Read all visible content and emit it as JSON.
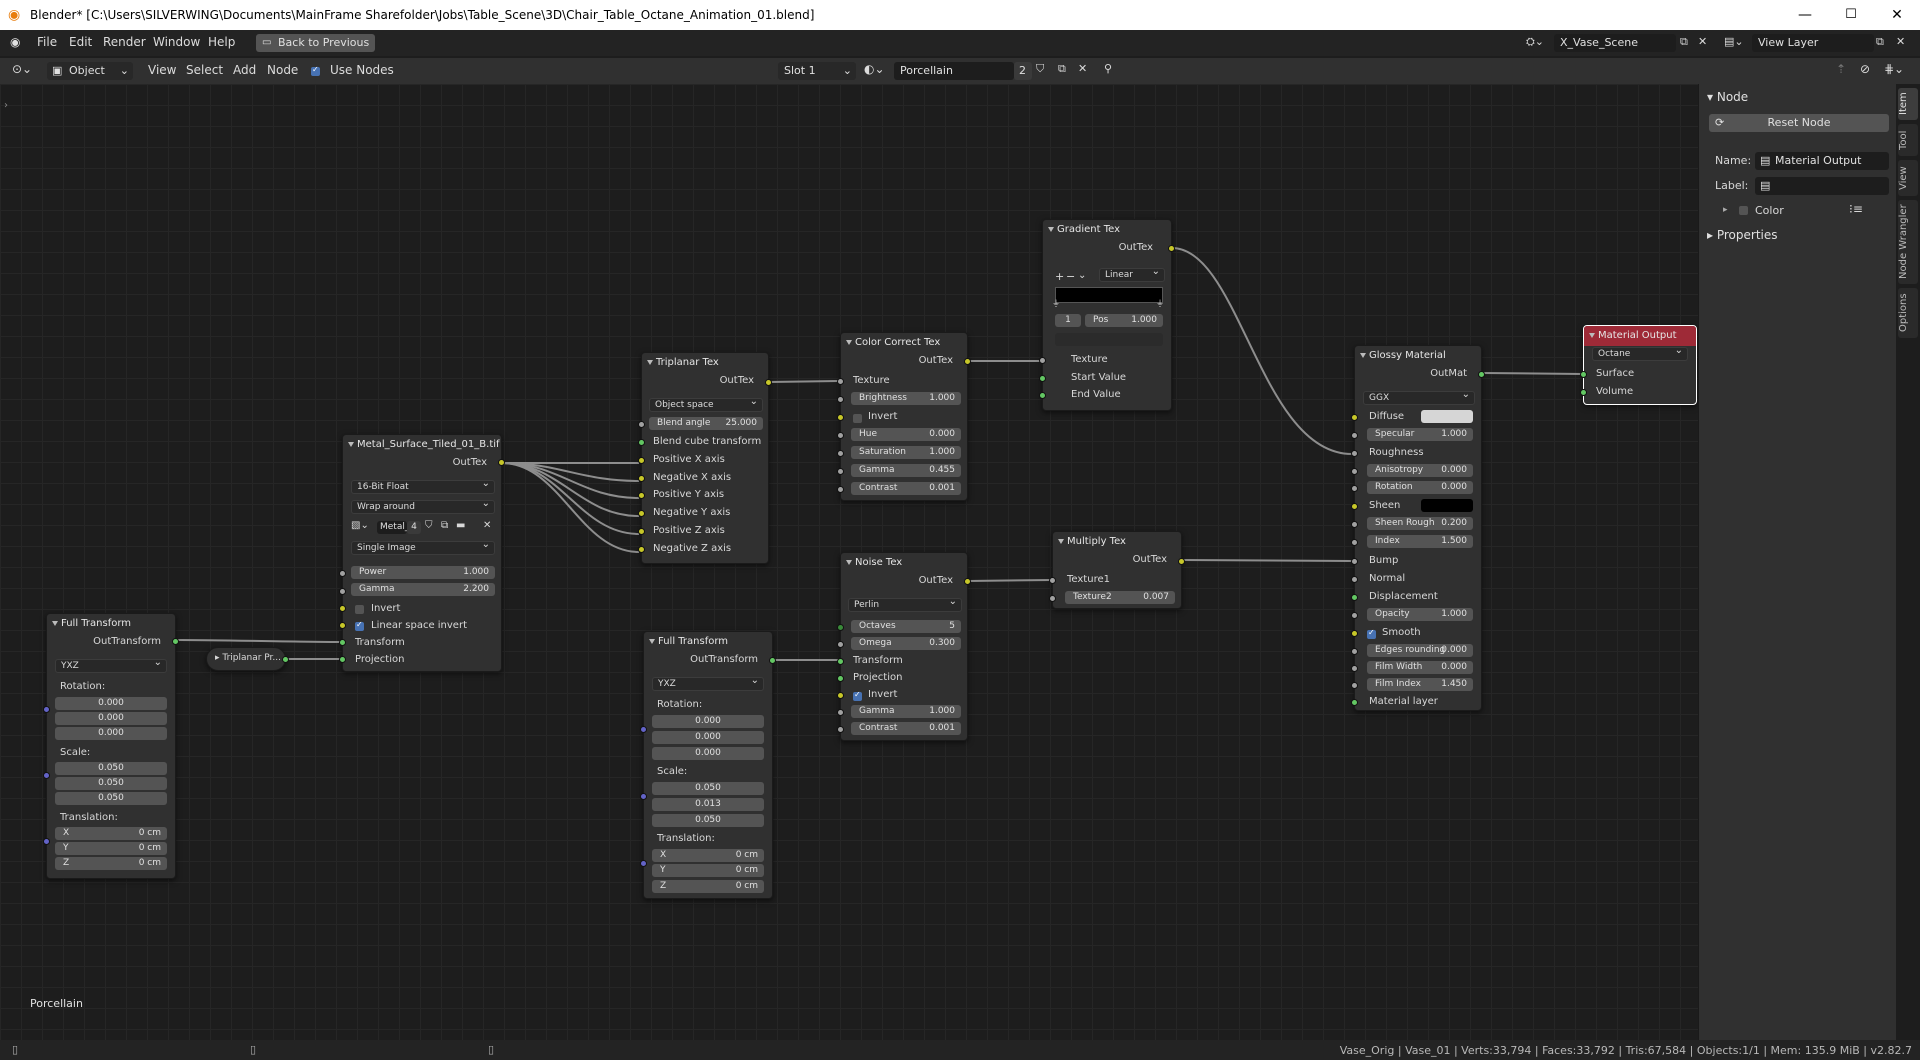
{
  "window": {
    "title": "Blender* [C:\\Users\\SILVERWING\\Documents\\MainFrame Sharefolder\\Jobs\\Table_Scene\\3D\\Chair_Table_Octane_Animation_01.blend]",
    "min": "—",
    "max": "☐",
    "close": "✕"
  },
  "menu": {
    "items": [
      "File",
      "Edit",
      "Render",
      "Window",
      "Help"
    ],
    "back": "Back to Previous",
    "scene": "X_Vase_Scene",
    "view_layer": "View Layer"
  },
  "header": {
    "mode": "Object",
    "view": "View",
    "select": "Select",
    "add": "Add",
    "node": "Node",
    "use_nodes": "Use Nodes",
    "slot": "Slot 1",
    "material": "Porcellain",
    "users": "2"
  },
  "canvas": {
    "material_label": "Porcellain"
  },
  "nodes": {
    "full1": {
      "title": "Full Transform",
      "out": "OutTransform",
      "order": "YXZ",
      "rotation": "Rotation:",
      "rot": [
        "0.000",
        "0.000",
        "0.000"
      ],
      "scale": "Scale:",
      "scl": [
        "0.050",
        "0.050",
        "0.050"
      ],
      "translation": "Translation:",
      "tx": [
        "X",
        "Y",
        "Z"
      ],
      "tv": [
        "0 cm",
        "0 cm",
        "0 cm"
      ]
    },
    "triplanar_proj": {
      "title": "Triplanar Pr..."
    },
    "metal": {
      "title": "Metal_Surface_Tiled_01_B.tif",
      "out": "OutTex",
      "depth": "16-Bit Float",
      "wrap": "Wrap around",
      "img": "Metal_",
      "img_users": "4",
      "src": "Single Image",
      "power_l": "Power",
      "power_v": "1.000",
      "gamma_l": "Gamma",
      "gamma_v": "2.200",
      "invert": "Invert",
      "linv": "Linear space invert",
      "transform": "Transform",
      "projection": "Projection"
    },
    "triplanar": {
      "title": "Triplanar Tex",
      "out": "OutTex",
      "space": "Object space",
      "blend_l": "Blend angle",
      "blend_v": "25.000",
      "cube": "Blend cube transform",
      "axes": [
        "Positive X axis",
        "Negative X axis",
        "Positive Y axis",
        "Negative Y axis",
        "Positive Z axis",
        "Negative Z axis"
      ]
    },
    "full2": {
      "title": "Full Transform",
      "out": "OutTransform",
      "order": "YXZ",
      "rotation": "Rotation:",
      "rot": [
        "0.000",
        "0.000",
        "0.000"
      ],
      "scale": "Scale:",
      "scl": [
        "0.050",
        "0.013",
        "0.050"
      ],
      "translation": "Translation:",
      "tx": [
        "X",
        "Y",
        "Z"
      ],
      "tv": [
        "0 cm",
        "0 cm",
        "0 cm"
      ]
    },
    "cc": {
      "title": "Color Correct Tex",
      "out": "OutTex",
      "texture": "Texture",
      "rows": [
        [
          "Brightness",
          "1.000"
        ],
        [
          "Invert",
          ""
        ],
        [
          "Hue",
          "0.000"
        ],
        [
          "Saturation",
          "1.000"
        ],
        [
          "Gamma",
          "0.455"
        ],
        [
          "Contrast",
          "0.001"
        ]
      ]
    },
    "noise": {
      "title": "Noise Tex",
      "out": "OutTex",
      "type": "Perlin",
      "oct_l": "Octaves",
      "oct_v": "5",
      "omega_l": "Omega",
      "omega_v": "0.300",
      "transform": "Transform",
      "projection": "Projection",
      "invert": "Invert",
      "gamma_l": "Gamma",
      "gamma_v": "1.000",
      "contrast_l": "Contrast",
      "contrast_v": "0.001"
    },
    "gradient": {
      "title": "Gradient Tex",
      "out": "OutTex",
      "interp": "Linear",
      "idx": "1",
      "pos_l": "Pos",
      "pos_v": "1.000",
      "texture": "Texture",
      "start": "Start Value",
      "end": "End Value"
    },
    "multiply": {
      "title": "Multiply Tex",
      "out": "OutTex",
      "t1": "Texture1",
      "t2": "Texture2",
      "t2v": "0.007"
    },
    "glossy": {
      "title": "Glossy Material",
      "out": "OutMat",
      "brdf": "GGX",
      "diffuse": "Diffuse",
      "specular_l": "Specular",
      "specular_v": "1.000",
      "roughness": "Roughness",
      "aniso_l": "Anisotropy",
      "aniso_v": "0.000",
      "rot_l": "Rotation",
      "rot_v": "0.000",
      "sheen": "Sheen",
      "sr_l": "Sheen Rough",
      "sr_v": "0.200",
      "index_l": "Index",
      "index_v": "1.500",
      "bump": "Bump",
      "normal": "Normal",
      "disp": "Displacement",
      "opacity_l": "Opacity",
      "opacity_v": "1.000",
      "smooth": "Smooth",
      "edges_l": "Edges rounding",
      "edges_v": "0.000",
      "fw_l": "Film Width",
      "fw_v": "0.000",
      "fi_l": "Film Index",
      "fi_v": "1.450",
      "layer": "Material layer"
    },
    "output": {
      "title": "Material Output",
      "engine": "Octane",
      "surface": "Surface",
      "volume": "Volume"
    }
  },
  "sidebar": {
    "node": "Node",
    "reset": "Reset Node",
    "name_l": "Name:",
    "name_v": "Material Output",
    "label_l": "Label:",
    "label_v": "",
    "color": "Color",
    "properties": "Properties",
    "tabs": [
      "Item",
      "Tool",
      "View",
      "Node Wrangler",
      "Options"
    ]
  },
  "status": {
    "text": "Vase_Orig | Vase_01 | Verts:33,794 | Faces:33,792 | Tris:67,584 | Objects:1/1 | Mem: 135.9 MiB | v2.82.7"
  },
  "colors": {
    "diffuse": "#d6d6d6",
    "sheen": "#000000",
    "output_header": "#9e2a37"
  }
}
